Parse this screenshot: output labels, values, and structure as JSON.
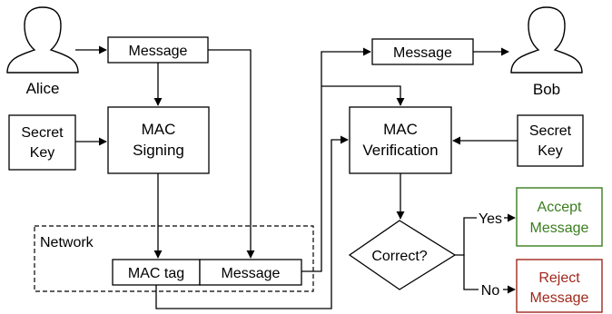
{
  "actors": {
    "alice": "Alice",
    "bob": "Bob"
  },
  "sender": {
    "message": "Message",
    "secret_key_line1": "Secret",
    "secret_key_line2": "Key",
    "mac_signing_line1": "MAC",
    "mac_signing_line2": "Signing"
  },
  "network": {
    "label": "Network",
    "mac_tag": "MAC tag",
    "message": "Message"
  },
  "receiver": {
    "message": "Message",
    "secret_key_line1": "Secret",
    "secret_key_line2": "Key",
    "mac_verification_line1": "MAC",
    "mac_verification_line2": "Verification",
    "decision": "Correct?",
    "yes": "Yes",
    "no": "No",
    "accept_line1": "Accept",
    "accept_line2": "Message",
    "reject_line1": "Reject",
    "reject_line2": "Message"
  },
  "colors": {
    "accept": "#3a7d1e",
    "reject": "#a0281c"
  }
}
